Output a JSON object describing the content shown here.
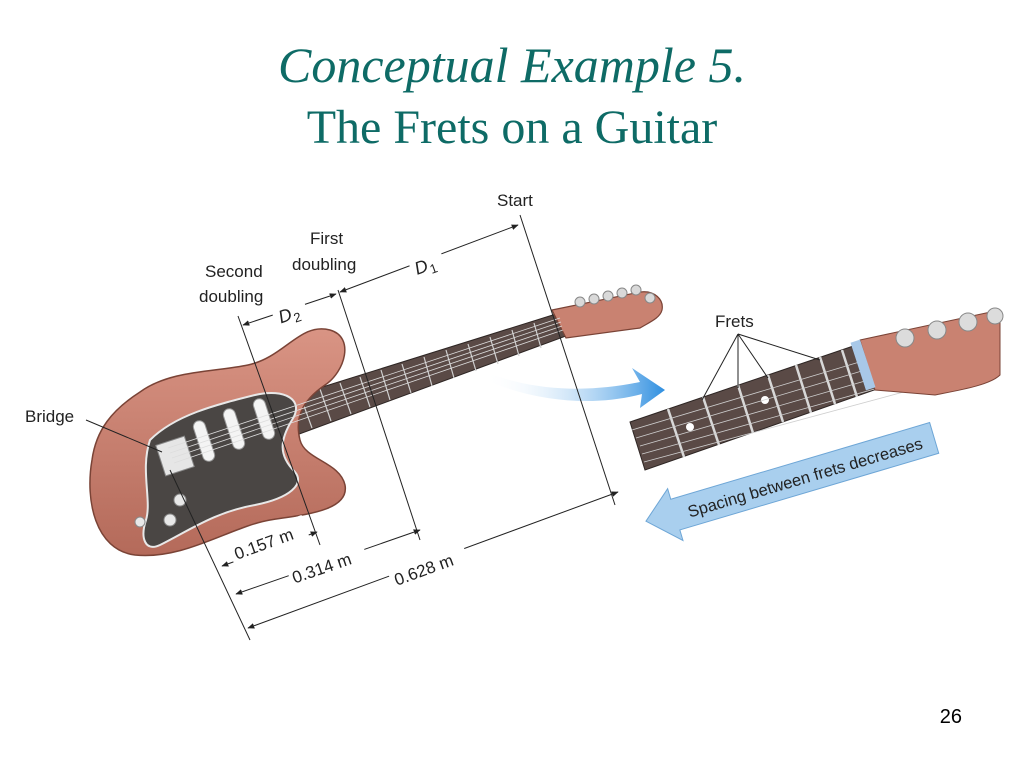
{
  "slide": {
    "title_line1": "Conceptual Example 5.",
    "title_line2": "The Frets on a Guitar",
    "page_number": "26",
    "accent_color": "#0e6b66"
  },
  "diagram": {
    "labels": {
      "start": "Start",
      "first_doubling_1": "First",
      "first_doubling_2": "doubling",
      "second_doubling_1": "Second",
      "second_doubling_2": "doubling",
      "bridge": "Bridge",
      "d1": "D",
      "d1_sub": "1",
      "d2": "D",
      "d2_sub": "2",
      "frets": "Frets",
      "spacing_arrow": "Spacing between frets decreases"
    },
    "measurements": {
      "m1": "0.157 m",
      "m2": "0.314 m",
      "m3": "0.628 m"
    },
    "colors": {
      "guitar_body": "#c98271",
      "pickguard": "#4a4644",
      "fretboard": "#5a4a46",
      "blue_arrow": "#2f8fe0",
      "spacing_arrow_fill": "#a9cfee"
    }
  }
}
